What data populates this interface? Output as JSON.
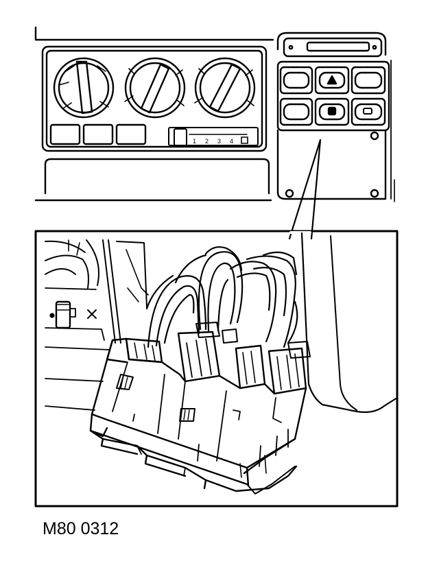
{
  "figure": {
    "reference_code": "M80 0312",
    "fan_scale_digits": [
      "1",
      "2",
      "3",
      "4"
    ]
  },
  "colors": {
    "ink": "#000000",
    "paper": "#ffffff"
  }
}
